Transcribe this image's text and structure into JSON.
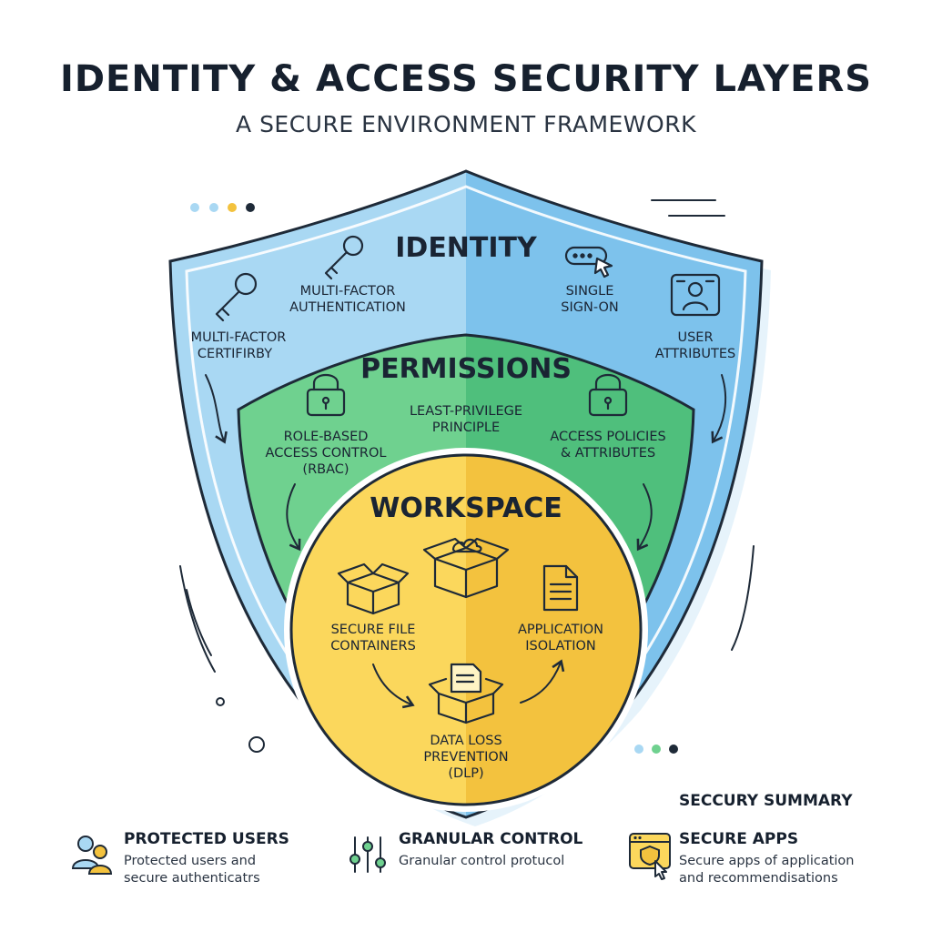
{
  "header": {
    "title": "IDENTITY & ACCESS SECURITY LAYERS",
    "subtitle": "A SECURE ENVIRONMENT FRAMEWORK"
  },
  "colors": {
    "identity_left": "#a9d8f3",
    "identity_right": "#7dc2ec",
    "permissions_left": "#6fd18f",
    "permissions_right": "#4fbf7c",
    "workspace_left": "#fbd75c",
    "workspace_right": "#f3c23e",
    "outline": "#1e2a38"
  },
  "layers": {
    "identity": {
      "title": "IDENTITY",
      "items": [
        {
          "line1": "MULTI-FACTOR",
          "line2": "AUTHENTICATION",
          "icon": "key-icon"
        },
        {
          "line1": "MULTI-FACTOR",
          "line2": "CERTIFIRBY",
          "icon": "key-icon"
        },
        {
          "line1": "SINGLE",
          "line2": "SIGN-ON",
          "icon": "login-cursor-icon"
        },
        {
          "line1": "USER",
          "line2": "ATTRIBUTES",
          "icon": "user-profile-icon"
        }
      ]
    },
    "permissions": {
      "title": "PERMISSIONS",
      "items": [
        {
          "line1": "LEAST-PRIVILEGE",
          "line2": "PRINCIPLE"
        },
        {
          "line1": "ROLE-BASED",
          "line2": "ACCESS CONTROL",
          "line3": "(RBAC)",
          "icon": "padlock-icon"
        },
        {
          "line1": "ACCESS POLICIES",
          "line2": "& ATTRIBUTES",
          "icon": "padlock-icon"
        }
      ]
    },
    "workspace": {
      "title": "WORKSPACE",
      "items": [
        {
          "line1": "SECURE FILE",
          "line2": "CONTAINERS",
          "icon": "open-box-icon"
        },
        {
          "line1": "APPLICATION",
          "line2": "ISOLATION",
          "icon": "document-icon"
        },
        {
          "line1": "DATA LOSS",
          "line2": "PREVENTION",
          "line3": "(DLP)",
          "icon": "box-document-icon"
        }
      ]
    }
  },
  "summary": {
    "title": "SECCURY SUMMARY",
    "items": [
      {
        "title": "PROTECTED USERS",
        "line1": "Protected users and",
        "line2": "secure authenticatrs",
        "icon": "users-icon"
      },
      {
        "title": "GRANULAR CONTROL",
        "line1": "Granular control protucol",
        "icon": "sliders-icon"
      },
      {
        "title": "SECURE APPS",
        "line1": "Secure apps of application",
        "line2": "and recommendisations",
        "icon": "secure-app-window-icon"
      }
    ]
  }
}
